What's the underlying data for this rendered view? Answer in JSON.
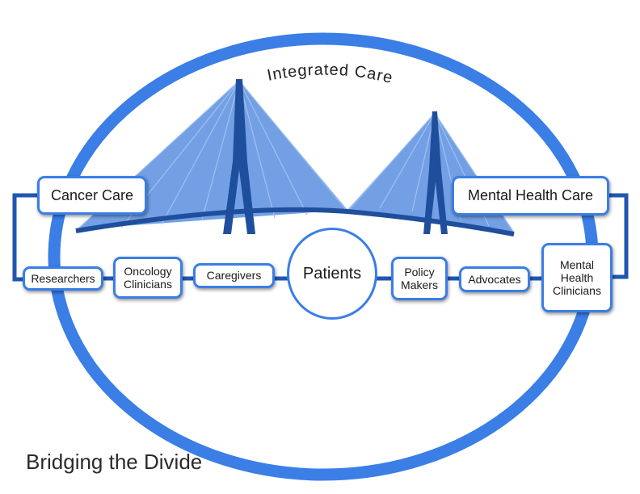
{
  "diagram": {
    "arc_label": "Integrated Care",
    "left_domain": "Cancer Care",
    "right_domain": "Mental Health Care",
    "center": "Patients",
    "stakeholders_left": [
      "Researchers",
      "Oncology Clinicians",
      "Caregivers"
    ],
    "stakeholders_right": [
      "Policy Makers",
      "Advocates",
      "Mental Health Clinicians"
    ]
  },
  "footer": {
    "title": "Bridging the Divide"
  },
  "colors": {
    "ring": "#3a7ee6",
    "connector": "#1f56b0",
    "bridge_deck": "#1f4f9c",
    "cable_fill": "#5b8fe0"
  },
  "icons": {
    "bridge": "cable-stayed-bridge-icon"
  }
}
